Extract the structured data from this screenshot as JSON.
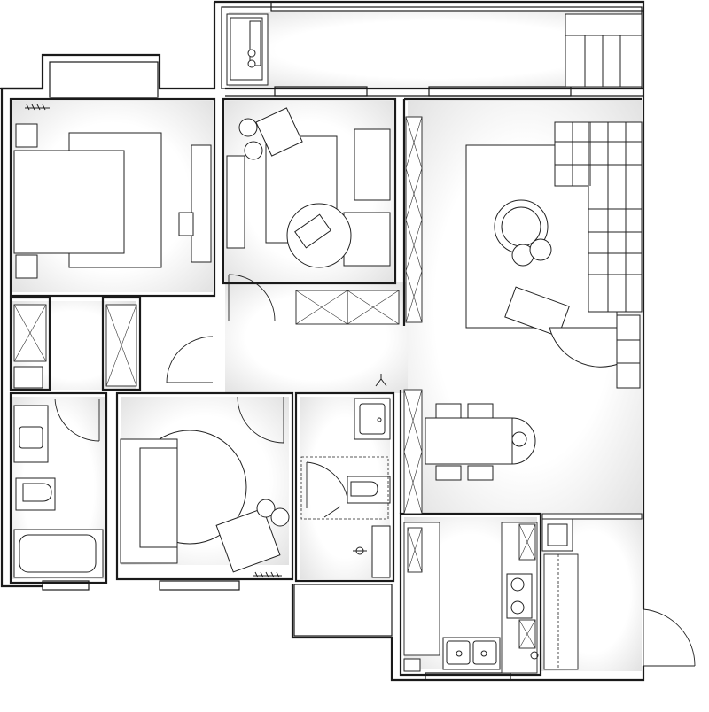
{
  "plan": {
    "type": "apartment-floor-plan",
    "colors": {
      "walls": "#1a1a1a",
      "floor_center": "#ffffff",
      "floor_edge": "#e2e2e2",
      "furniture": "#ffffff",
      "lines": "#222222"
    },
    "rooms": [
      "master-bedroom",
      "study",
      "living-room",
      "bedroom-2",
      "bathroom-1",
      "bathroom-2",
      "kitchen",
      "dining-area",
      "utility-balcony",
      "entrance"
    ]
  }
}
